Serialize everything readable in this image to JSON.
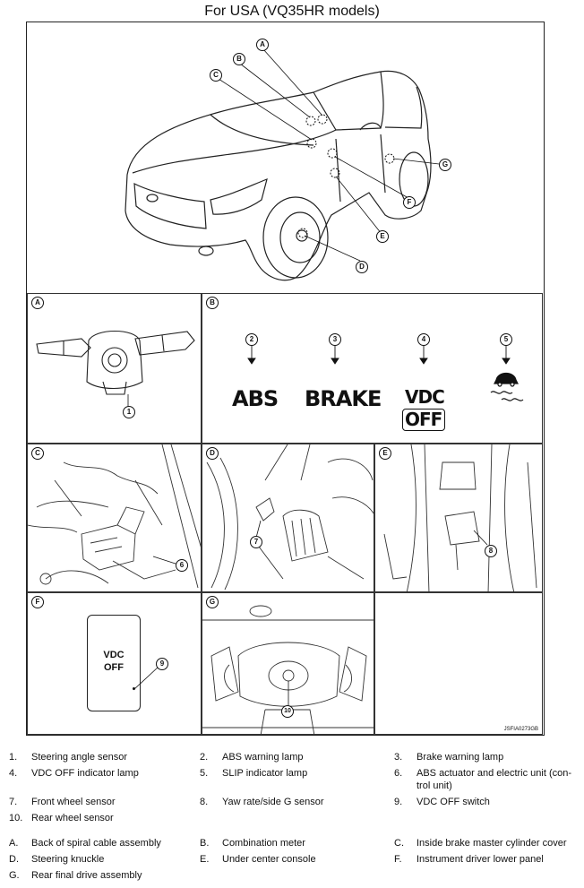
{
  "title": "For USA (VQ35HR models)",
  "figure_code": "JSFIA0273GB",
  "main_callouts": [
    "A",
    "B",
    "C",
    "D",
    "E",
    "F",
    "G"
  ],
  "panels": {
    "A": {
      "tag": "A",
      "numbers": [
        "1"
      ]
    },
    "B": {
      "tag": "B",
      "numbers": [
        "2",
        "3",
        "4",
        "5"
      ],
      "lamps": {
        "abs": "ABS",
        "brake": "BRAKE",
        "vdc": "VDC",
        "off": "OFF"
      }
    },
    "C": {
      "tag": "C",
      "numbers": [
        "6"
      ]
    },
    "D": {
      "tag": "D",
      "numbers": [
        "7"
      ]
    },
    "E": {
      "tag": "E",
      "numbers": [
        "8"
      ]
    },
    "F": {
      "tag": "F",
      "numbers": [
        "9"
      ],
      "switch_line1": "VDC",
      "switch_line2": "OFF"
    },
    "G": {
      "tag": "G",
      "numbers": [
        "10"
      ]
    }
  },
  "legend_numbers": [
    {
      "n": "1.",
      "t": "Steering angle sensor"
    },
    {
      "n": "2.",
      "t": "ABS warning lamp"
    },
    {
      "n": "3.",
      "t": "Brake warning lamp"
    },
    {
      "n": "4.",
      "t": "VDC OFF indicator lamp"
    },
    {
      "n": "5.",
      "t": "SLIP indicator lamp"
    },
    {
      "n": "6.",
      "t": "ABS actuator and electric unit (con-"
    },
    {
      "n": "",
      "t": "trol unit)"
    },
    {
      "n": "7.",
      "t": "Front wheel sensor"
    },
    {
      "n": "8.",
      "t": "Yaw rate/side G sensor"
    },
    {
      "n": "9.",
      "t": "VDC OFF switch"
    },
    {
      "n": "10.",
      "t": "Rear wheel sensor"
    }
  ],
  "legend_letters": [
    {
      "n": "A.",
      "t": "Back of spiral cable assembly"
    },
    {
      "n": "B.",
      "t": "Combination meter"
    },
    {
      "n": "C.",
      "t": "Inside brake master cylinder cover"
    },
    {
      "n": "D.",
      "t": "Steering knuckle"
    },
    {
      "n": "E.",
      "t": "Under center console"
    },
    {
      "n": "F.",
      "t": "Instrument driver lower panel"
    },
    {
      "n": "G.",
      "t": "Rear final drive assembly"
    }
  ]
}
